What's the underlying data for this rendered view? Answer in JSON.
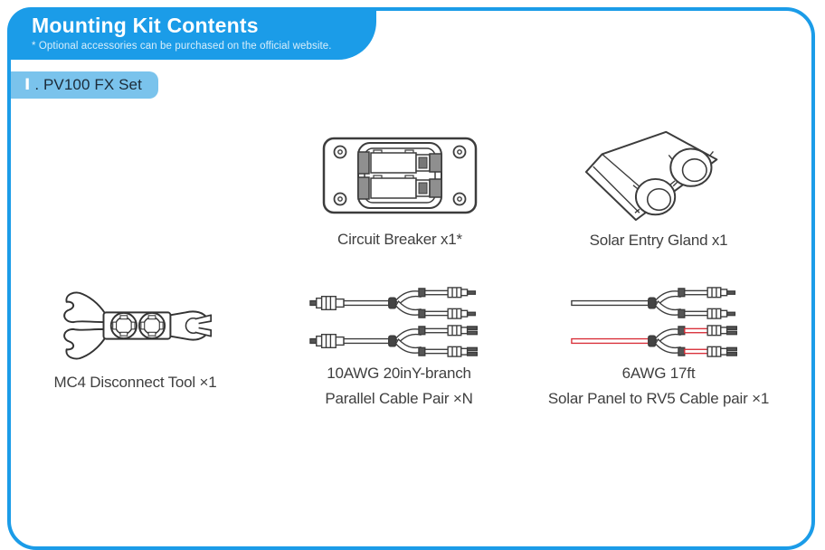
{
  "colors": {
    "accent_blue": "#1b9ce8",
    "badge_blue": "#7ac3ec",
    "cable_red": "#d9303a",
    "text_dark": "#3f3f3f"
  },
  "header": {
    "title": "Mounting Kit Contents",
    "subtitle": "* Optional accessories can be purchased on the official website."
  },
  "section": {
    "numeral": "Ⅰ",
    "label": ". PV100 FX Set"
  },
  "items": [
    {
      "id": "circuit-breaker",
      "label": "Circuit Breaker x1*"
    },
    {
      "id": "solar-entry-gland",
      "label": "Solar Entry Gland x1"
    },
    {
      "id": "mc4-disconnect-tool",
      "label": "MC4 Disconnect Tool ×1"
    },
    {
      "id": "parallel-cable-pair",
      "label_line1": "10AWG 20inY-branch",
      "label_line2": "Parallel Cable Pair ×N"
    },
    {
      "id": "rv5-cable-pair",
      "label_line1": "6AWG 17ft",
      "label_line2": "Solar Panel to RV5 Cable pair ×1"
    }
  ]
}
